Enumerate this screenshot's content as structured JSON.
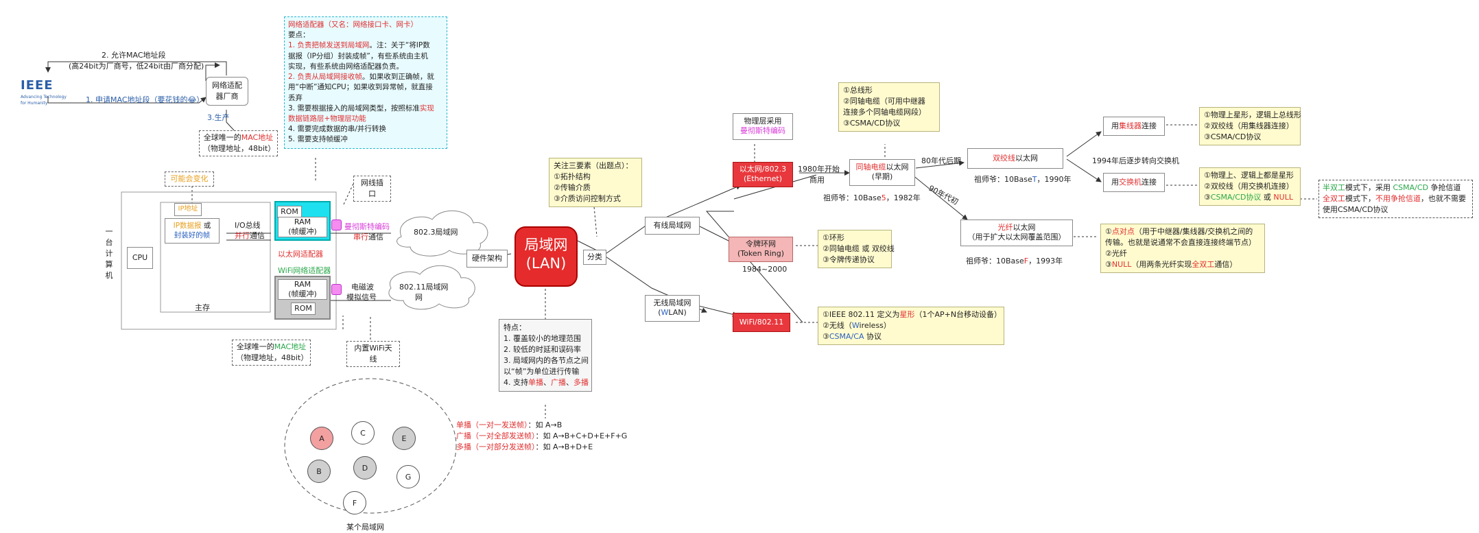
{
  "ieee": {
    "name": "IEEE",
    "tagline1": "Advancing Technology",
    "tagline2": "for Humanity"
  },
  "vendor": {
    "label": "网络适配器厂商",
    "step1": "1. 申请MAC地址段（要花钱的😂）",
    "step2": "2. 允许MAC地址段",
    "step2_sub": "(高24bit为厂商号，低24bit由厂商分配)",
    "step3": "3.生产"
  },
  "mac_eth": {
    "prefix": "全球唯一的",
    "mac": "MAC地址",
    "suffix": "（物理地址，48bit）"
  },
  "mac_wifi": {
    "prefix": "全球唯一的",
    "mac": "MAC地址",
    "suffix": "（物理地址，48bit）"
  },
  "adapter_note": {
    "title": "网络适配器（又名：网络接口卡、网卡）",
    "l1": "要点：",
    "p1a": "1. 负责把帧发送到局域网",
    "p1b": "。注：关于“将IP数",
    "p1c": "据报（IP分组）封装成帧”，有些系统由主机",
    "p1d": "实现，有些系统由网络适配器负责。",
    "p2a": "2. 负责从局域网接收帧",
    "p2b": "。如果收到正确帧，就",
    "p2c": "用“中断”通知CPU；如果收到异常帧，就直接",
    "p2d": "丢弃",
    "p3a": "3. 需要根据接入的局域网类型，按照标准",
    "p3b": "实现",
    "p3c": "数据链路层+物理层功能",
    "p4": "4. 需要完成数据的串/并行转换",
    "p5": "5. 需要支持帧缓冲"
  },
  "computer": {
    "vertical": [
      "一",
      "台",
      "计",
      "算",
      "机"
    ],
    "cpu": "CPU",
    "memory": "主存",
    "may_change": "可能会变化",
    "ip_addr": "IP地址",
    "ip_dgram": "IP数据报",
    "or": " 或",
    "frame": "封装好的帧",
    "io_bus": "I/O总线",
    "parallel": "并行",
    "comm": "通信"
  },
  "eth_adapter": {
    "rom": "ROM",
    "ram": "RAM",
    "buffer": "(帧缓冲)",
    "label": "以太网适配器",
    "port": "网线插口",
    "encoding": "曼彻斯特编码",
    "serial_a": "串行",
    "serial_b": "通信",
    "cloud": "802.3局域网"
  },
  "wifi_adapter": {
    "label": "WiFi网络适配器",
    "ram": "RAM",
    "buffer": "(帧缓冲)",
    "rom": "ROM",
    "wave1": "电磁波",
    "wave2": "模拟信号",
    "cloud1": "802.11局域网",
    "cloud2": "网",
    "antenna": "内置WiFi天线"
  },
  "nodes": {
    "labels": [
      "A",
      "C",
      "E",
      "B",
      "D",
      "G",
      "F"
    ],
    "caption": "某个局域网"
  },
  "lan": {
    "title1": "局域网",
    "title2": "(LAN)",
    "hw": "硬件架构",
    "classify": "分类"
  },
  "features": {
    "title": "特点：",
    "f1": "1. 覆盖较小的地理范围",
    "f2": "2. 较低的时延和误码率",
    "f3a": "3. 局域网内的各节点之间",
    "f3b": "以“帧”为单位进行传输",
    "f4a": "4. 支持",
    "f4b": "单播",
    "f4c": "、",
    "f4d": "广播",
    "f4e": "、",
    "f4f": "多播"
  },
  "casts": {
    "u1": "单播（一对一发送帧）",
    "u2": "：如 A→B",
    "b1": "广播（一对全部发送帧）",
    "b2": "：如 A→B+C+D+E+F+G",
    "m1": "多播（一对部分发送帧）",
    "m2": "：如 A→B+D+E"
  },
  "three": {
    "t": "关注三要素（出题点）：",
    "a": "①拓扑结构",
    "b": "②传输介质",
    "c": "③介质访问控制方式"
  },
  "wired": {
    "label": "有线局域网"
  },
  "wireless": {
    "pre": "无线局域网",
    "paren_l": "(",
    "w": "W",
    "rest": "LAN)"
  },
  "ethernet": {
    "name": "以太网/802.3",
    "sub": "(Ethernet)",
    "phys1": "物理层采用",
    "phys2": "曼彻斯特编码",
    "year": "1980年开始",
    "year2": "商用"
  },
  "coax": {
    "name_a": "同轴电缆",
    "name_b": "以太网",
    "sub": "(早期)",
    "anc_a": "祖师爷：10Base",
    "anc_b": "5",
    "anc_c": "，1982年",
    "n1": "①总线形",
    "n2": "②同轴电缆（可用中继器",
    "n3": "连接多个同轴电缆网段）",
    "n4": "③CSMA/CD协议"
  },
  "token": {
    "name": "令牌环网",
    "sub": "(Token Ring)",
    "years": "1984~2000",
    "n1": "①环形",
    "n2": "②同轴电缆 或 双绞线",
    "n3": "③令牌传递协议"
  },
  "wifi": {
    "name": "WiFi/802.11",
    "n1a": "①IEEE 802.11 定义为",
    "n1b": "星形",
    "n1c": "（1个AP+N台移动设备）",
    "n2a": "②无线（",
    "n2b": "W",
    "n2c": "ireless）",
    "n3a": "③",
    "n3b": "CSMA/CA",
    "n3c": " 协议"
  },
  "twisted": {
    "name_a": "双绞线",
    "name_b": "以太网",
    "era": "80年代后期",
    "anc_a": "祖师爷：10Base",
    "anc_b": "T",
    "anc_c": "，1990年",
    "shift": "1994年后逐步转向交换机"
  },
  "fiber": {
    "name_a": "光纤",
    "name_b": "以太网",
    "sub": "（用于扩大以太网覆盖范围）",
    "era": "90年代初",
    "anc_a": "祖师爷：10Base",
    "anc_b": "F",
    "anc_c": "，1993年",
    "n1a": "①",
    "n1b": "点对点",
    "n1c": "（用于中继器/集线器/交换机之间的",
    "n1d": "传输。也就是说通常不会直接连接终端节点）",
    "n2": "②光纤",
    "n3a": "③",
    "n3b": "NULL",
    "n3c": "（用两条光纤实现",
    "n3d": "全双工",
    "n3e": "通信）"
  },
  "hub": {
    "pre": "用",
    "name": "集线器",
    "post": "连接",
    "n1": "①物理上星形，逻辑上总线形",
    "n2": "②双绞线（用集线器连接）",
    "n3": "③CSMA/CD协议"
  },
  "switch": {
    "pre": "用",
    "name": "交换机",
    "post": "连接",
    "n1": "①物理上、逻辑上都是星形",
    "n2": "②双绞线（用交换机连接）",
    "n3a": "③",
    "n3b": "CSMA/CD协议",
    "n3c": " 或 ",
    "n3d": "NULL"
  },
  "duplex": {
    "a1": "半双工",
    "a2": "模式下，采用 ",
    "a3": "CSMA/CD",
    "a4": " 争抢信道",
    "b1": "全双工",
    "b2": "模式下，",
    "b3": "不用争抢信道",
    "b4": "，也就不需要",
    "c": "使用CSMA/CD协议"
  }
}
